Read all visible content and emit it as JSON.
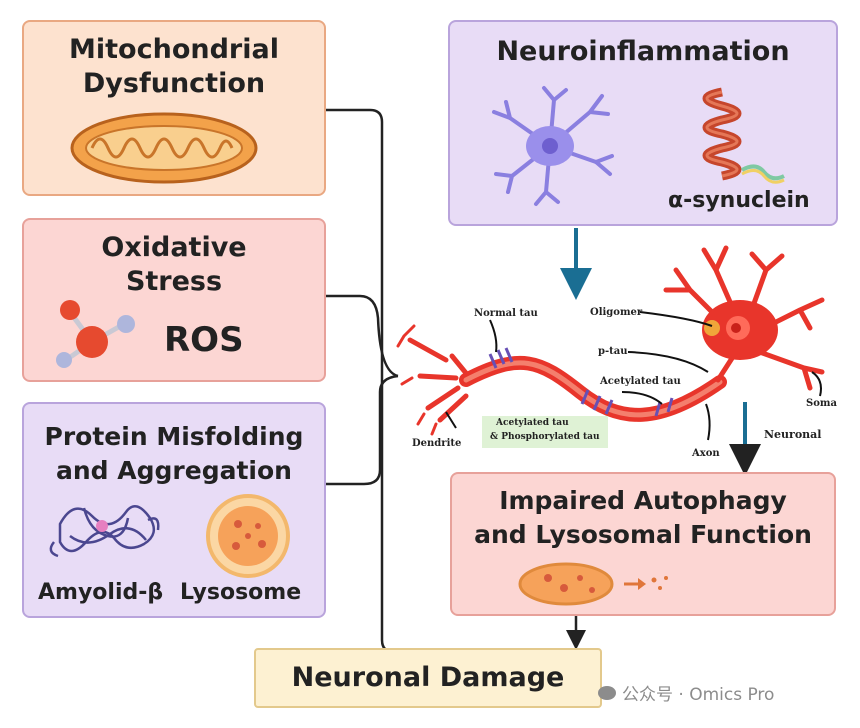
{
  "boxes": {
    "mito": {
      "line1": "Mitochondrial",
      "line2": "Dysfunction"
    },
    "oxidative": {
      "line1": "Oxidative",
      "line2": "Stress",
      "ros": "ROS"
    },
    "protein": {
      "line1": "Protein Misfolding",
      "line2": "and Aggregation",
      "amyloid": "Amyolid-β",
      "lysosome": "Lysosome"
    },
    "neuroinflammation": {
      "title": "Neuroinflammation",
      "synuclein": "α-synuclein"
    },
    "autophagy": {
      "line1": "Impaired Autophagy",
      "line2": "and Lysosomal Function"
    },
    "damage": {
      "title": "Neuronal Damage"
    }
  },
  "neuron": {
    "normal_tau": "Normal tau",
    "oligomer": "Oligomer",
    "p_tau": "p-tau",
    "acetylated_tau": "Acetylated tau",
    "soma": "Soma",
    "dendrite": "Dendrite",
    "axon": "Axon",
    "neuronal": "Neuronal",
    "legend_line1": "Acetylated tau",
    "legend_line2": "& Phosphorylated tau"
  },
  "watermark": "公众号 · Omics Pro",
  "colors": {
    "orange_box": "#fde2cf",
    "orange_border": "#e9a882",
    "pink_box": "#fcd6d3",
    "pink_border": "#e7a19a",
    "purple_box": "#e8dcf6",
    "purple_border": "#b9a4dc",
    "damage_box": "#fdf1d2",
    "damage_border": "#e3c98c",
    "arrow_blue": "#1a6e93",
    "neuron_red": "#e8352b"
  }
}
